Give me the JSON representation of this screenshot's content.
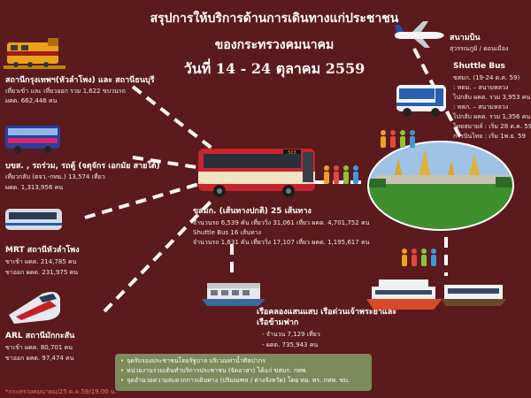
{
  "title": {
    "line1": "สรุปการให้บริการด้านการเดินทางแก่ประชาชน",
    "line2": "ของกระทรวงคมนาคม",
    "line3": "วันที่ 14 - 24 ตุลาคม 2559"
  },
  "train": {
    "label": "สถานีกรุงเทพฯ(หัวลำโพง) และ สถานีธนบุรี",
    "line1": "เที่ยวเข้า และ เที่ยวออก รวม 1,622 ขบวนรถ",
    "line2": "ผคด. 662,446 คน"
  },
  "bus": {
    "label": "บขส. , รถร่วม, รถตู้ (จตุจักร เอกมัย สายใต้)",
    "line1": "เที่ยวกลับ (ตจว.-กทม.) 13,574 เที่ยว",
    "line2": "ผคด. 1,313,956 คน"
  },
  "mrt": {
    "label": "MRT สถานีหัวลำโพง",
    "line1": "ขาเข้า ผคด. 214,785  คน",
    "line2": "ขาออก ผคด.  231,975  คน"
  },
  "arl": {
    "label": "ARL สถานีมักกะสัน",
    "line1": "ขาเข้า ผคด.  80,701  คน",
    "line2": "ขาออก ผคด.  97,474  คน"
  },
  "bmta": {
    "label": "ขสมก. (เส้นทางปกติ) 25 เส้นทาง",
    "line1": "จำนวนรถ 6,539 คัน เที่ยววิ่ง 31,061 เที่ยว ผคด. 4,701,752 คน",
    "line2": "Shuttle Bus 16 เส้นทาง",
    "line3": "จำนวนรถ 1,631 คัน เที่ยววิ่ง 17,107 เที่ยว ผคด. 1,195,617 คน"
  },
  "airport": {
    "label": "สนามบิน",
    "line1": "สุวรรณภูมิ / ดอนเมือง"
  },
  "shuttle": {
    "label": "Shuttle Bus",
    "lines": [
      "ขสมก. (19-24 ต.ค. 59)",
      ": ทดม. – สนามหลวง",
      "ไปกลับ ผคด. รวม 3,953 คน",
      ": ทสภ. – สนามหลวง",
      "ไปกลับ ผคด. รวม 1,356 คน",
      "ไทยสมายล์ : เริ่ม 28 ต.ค. 59",
      "การบินไทย : เริ่ม 1พ.ย. 59"
    ]
  },
  "boat": {
    "label": "เรือคลองแสนแสบ เรือด่วนเจ้าพระยาและ",
    "label2": "เรือข้ามฟาก",
    "line1": "- จำนวน 7,129  เที่ยว",
    "line2": "- ผคด.  735,943  คน"
  },
  "bus_number": "503",
  "notes": [
    "จุดรับรองประชาชนโดยรัฐบาล บริเวณท่าน้ำศิลปากร",
    "หน่วยงานร่วมเดินทำบริการประชาชน (จัดอาสา) ได้แก่ ขสมก. กทพ.",
    "จุดอำนวยความสะดวกการเดินทาง (ปริมณฑล / ต่างจังหวัด) โดย ทอ. ทร. กทพ. ขบ."
  ],
  "note_bullet": "•",
  "footer": "*กระทรวงคมนาคม/25 ต.ค.59/19.00 น.",
  "colors": {
    "background": "#5b1a1d",
    "note_box": "#7d8a5a",
    "footer": "#ff6a6a",
    "bus_red": "#c8242c",
    "bus_cream": "#f1e4c3",
    "grass": "#3f8f2f"
  }
}
